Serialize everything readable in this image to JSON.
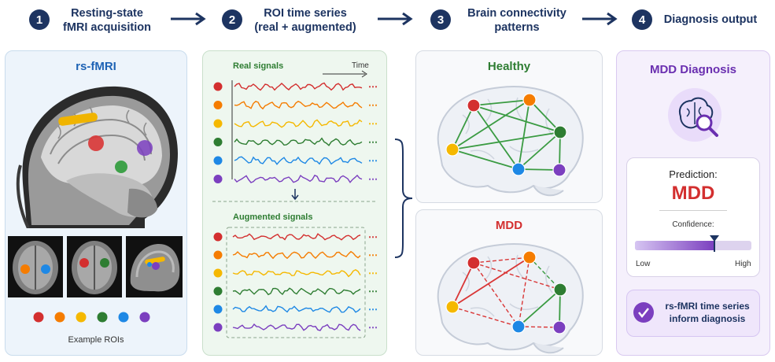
{
  "steps": [
    {
      "num": "1",
      "title_l1": "Resting-state",
      "title_l2": "fMRI acquisition"
    },
    {
      "num": "2",
      "title_l1": "ROI time series",
      "title_l2": "(real + augmented)"
    },
    {
      "num": "3",
      "title_l1": "Brain connectivity",
      "title_l2": "patterns"
    },
    {
      "num": "4",
      "title_l1": "Diagnosis output",
      "title_l2": ""
    }
  ],
  "panel1": {
    "title": "rs-fMRI",
    "rois_label": "Example ROIs"
  },
  "panel2": {
    "real_label": "Real signals",
    "time_label": "Time",
    "aug_label": "Augmented signals",
    "ellipsis": "⋯"
  },
  "panel3": {
    "healthy_label": "Healthy",
    "mdd_label": "MDD"
  },
  "panel4": {
    "title": "MDD Diagnosis",
    "prediction_label": "Prediction:",
    "prediction_value": "MDD",
    "confidence_label": "Confidence:",
    "confidence_level": 0.68,
    "low_label": "Low",
    "high_label": "High",
    "note_l1": "rs-fMRI time series",
    "note_l2": "inform diagnosis"
  },
  "roi_colors": [
    "#d32f2f",
    "#f57c00",
    "#f5b800",
    "#2e7d32",
    "#1e88e5",
    "#7b3fbf"
  ],
  "icons": {
    "arrow": "right-arrow-icon",
    "check": "check-icon",
    "brain_magnifier": "brain-magnifier-icon"
  }
}
